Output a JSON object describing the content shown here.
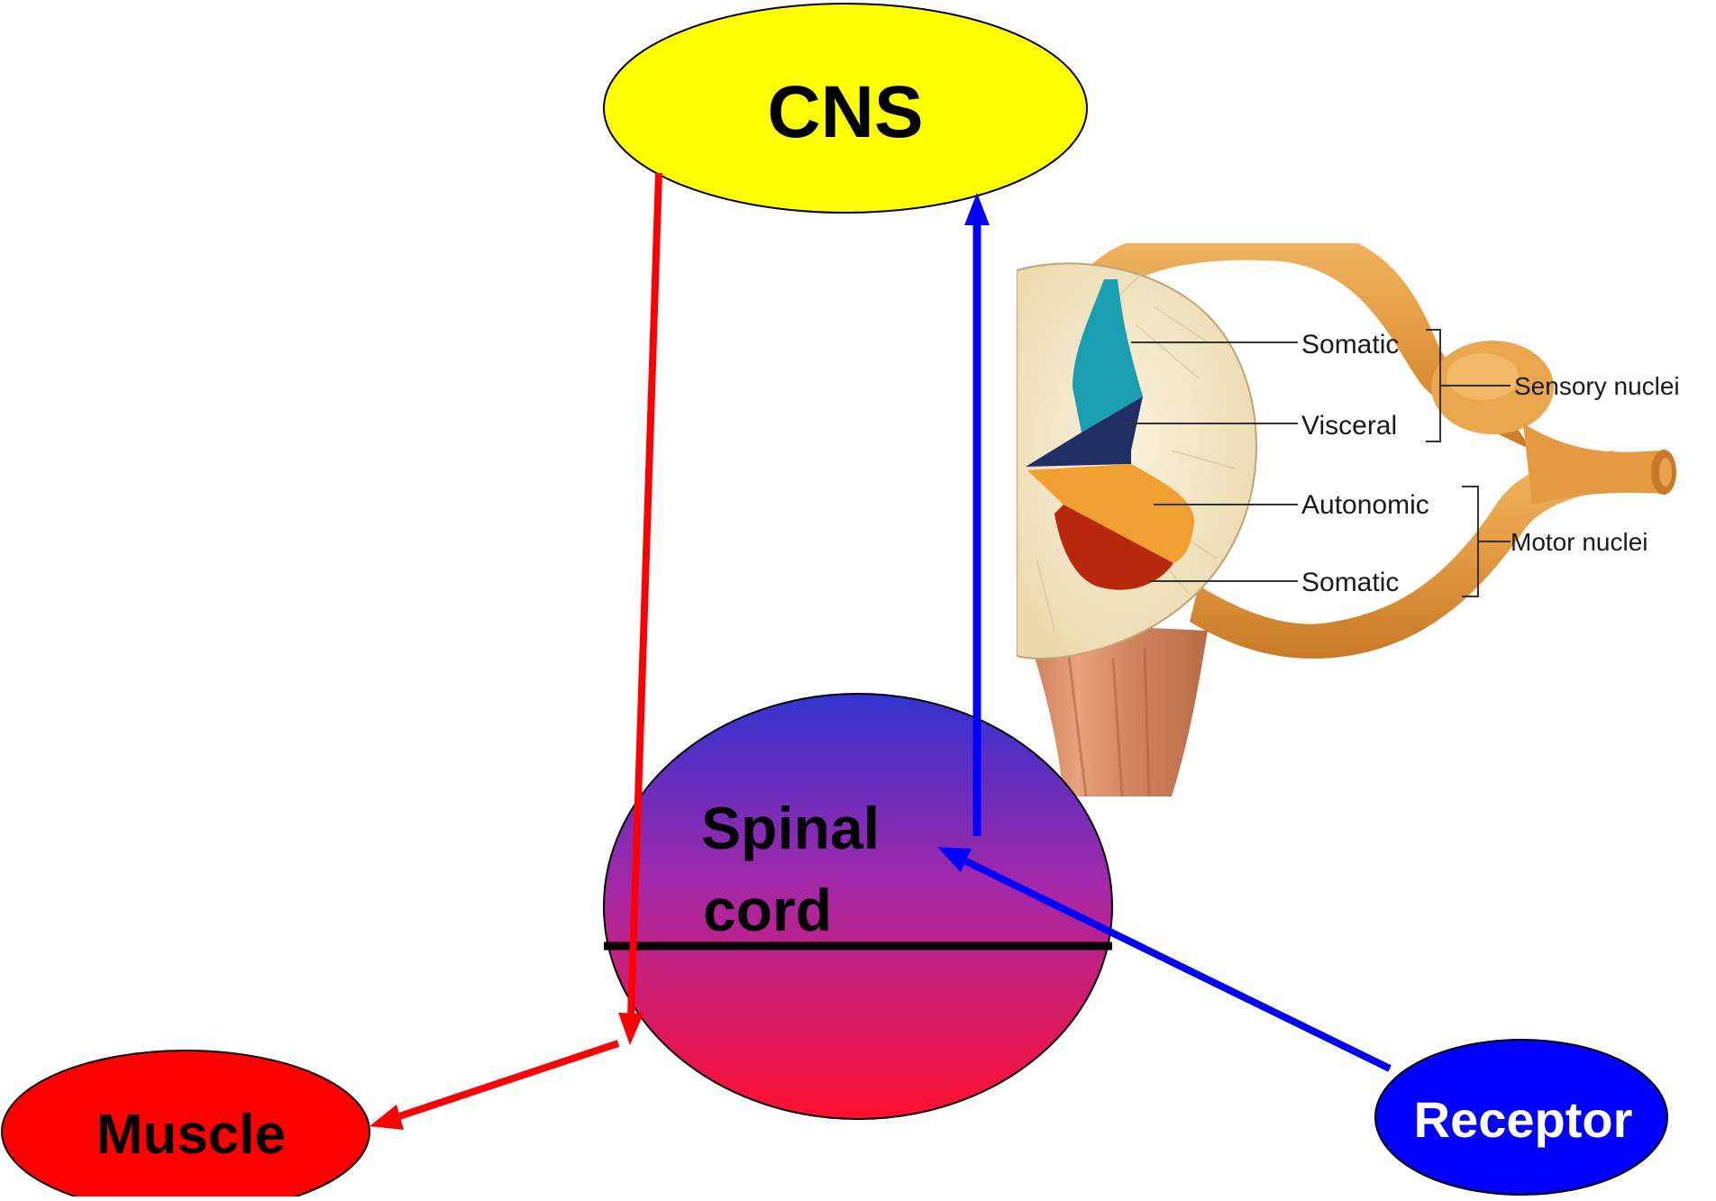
{
  "diagram": {
    "nodes": {
      "cns": {
        "label": "CNS",
        "color": "#ffff00"
      },
      "spinal_cord": {
        "label_line1": "Spinal",
        "label_line2": "cord",
        "gradient_top": "#3333cc",
        "gradient_bottom": "#ff1133"
      },
      "muscle": {
        "label": "Muscle",
        "color": "#ff0000"
      },
      "receptor": {
        "label": "Receptor",
        "color": "#0000ff"
      }
    },
    "edges": [
      {
        "from": "cns",
        "to": "spinal_cord",
        "color": "#ff0000"
      },
      {
        "from": "spinal_cord",
        "to": "muscle",
        "color": "#ff0000"
      },
      {
        "from": "receptor",
        "to": "spinal_cord",
        "color": "#0000ff"
      },
      {
        "from": "spinal_cord",
        "to": "cns",
        "color": "#0000ff"
      }
    ],
    "anatomy": {
      "labels": {
        "somatic_sensory": "Somatic",
        "visceral": "Visceral",
        "autonomic": "Autonomic",
        "somatic_motor": "Somatic",
        "sensory_nuclei": "Sensory nuclei",
        "motor_nuclei": "Motor nuclei"
      },
      "colors": {
        "somatic_sensory": "#1a9fb0",
        "visceral": "#1f2f66",
        "autonomic": "#f0a030",
        "somatic_motor": "#b8280c",
        "nerve": "#e8a04a",
        "cord": "#f3e6c6"
      }
    }
  }
}
